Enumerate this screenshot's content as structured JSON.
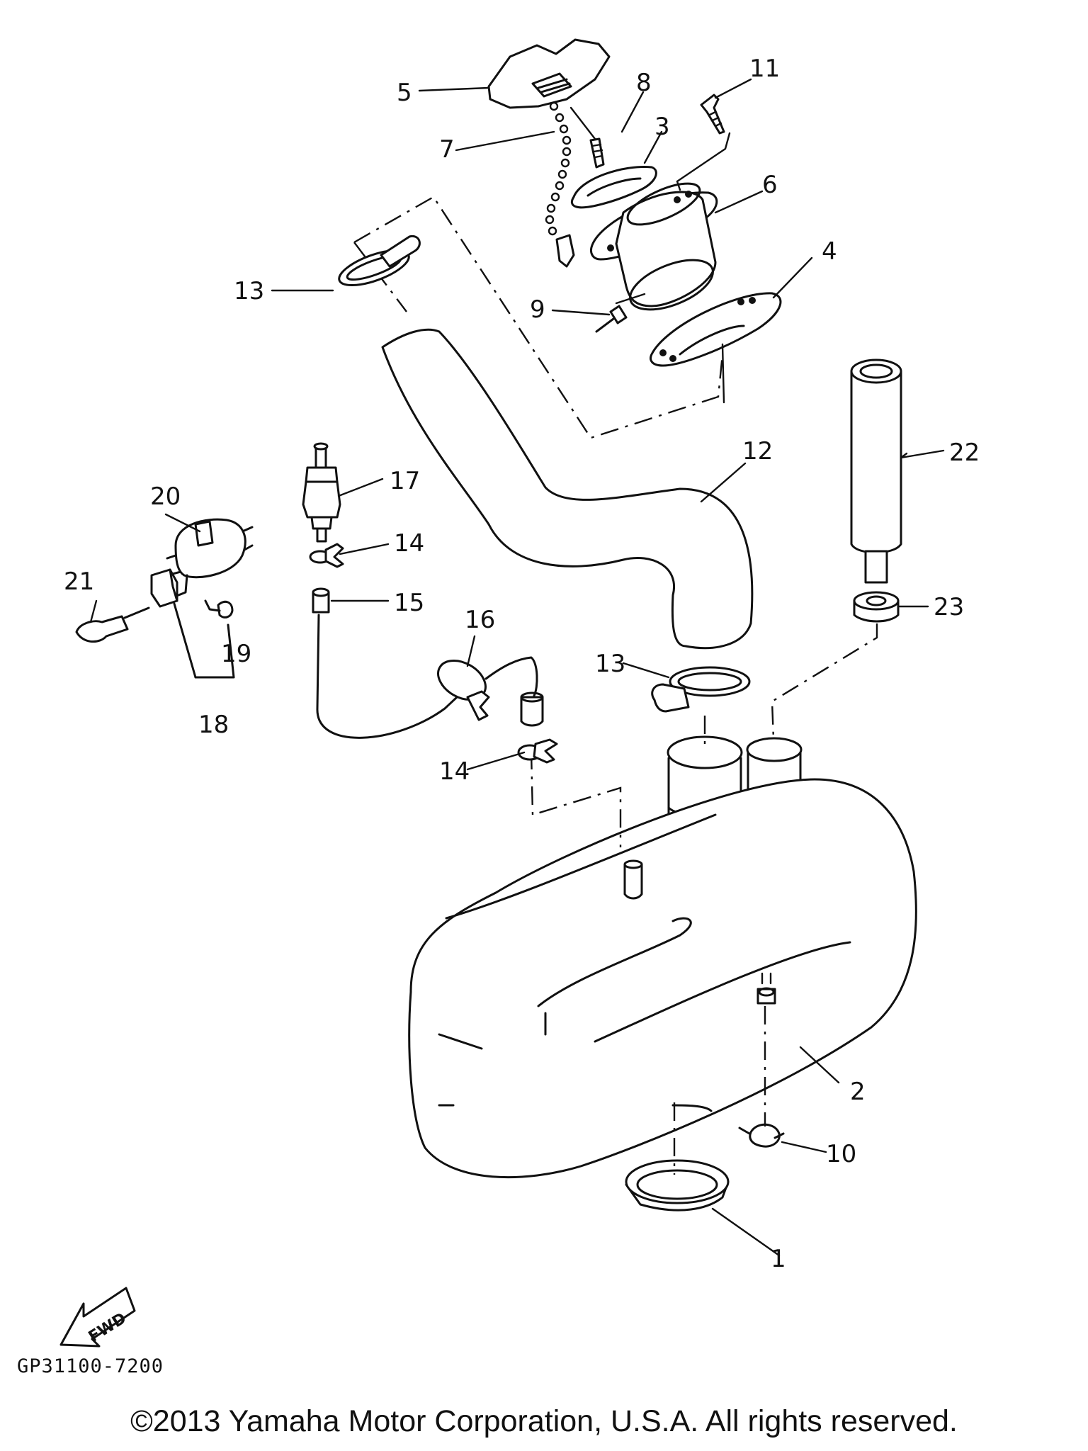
{
  "diagram": {
    "part_numbers": [
      "1",
      "2",
      "3",
      "4",
      "5",
      "6",
      "7",
      "8",
      "9",
      "10",
      "11",
      "12",
      "13",
      "13",
      "14",
      "14",
      "15",
      "16",
      "17",
      "18",
      "19",
      "20",
      "21",
      "22",
      "23"
    ],
    "direction_label": "FWD",
    "drawing_code": "GP31100-7200"
  },
  "footer": {
    "copyright": "©2013 Yamaha Motor Corporation, U.S.A. All rights reserved."
  }
}
